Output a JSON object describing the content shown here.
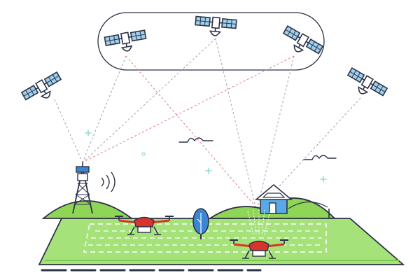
{
  "colors": {
    "outline": "#2d3347",
    "panel_blue": "#9fd0ee",
    "field_green": "#a6e27a",
    "field_dark": "#7dc94f",
    "hill_green": "#8fd657",
    "beam_grey": "#9aa3b2",
    "beam_red": "#e07a86",
    "drone_red": "#d9342b",
    "tree_blue": "#3a86d4",
    "house_blue": "#5aa8e6",
    "sparkle": "#7fd3c6"
  },
  "icons": {
    "satellite": "satellite-icon",
    "base_station": "rtk-base-station-icon",
    "drone": "agricultural-drone-icon",
    "tree": "tree-icon",
    "house": "farmhouse-icon",
    "bird": "bird-icon"
  },
  "satellites": [
    {
      "id": "sat-1",
      "in_group": true
    },
    {
      "id": "sat-2",
      "in_group": true
    },
    {
      "id": "sat-3",
      "in_group": true
    },
    {
      "id": "sat-4",
      "in_group": false
    },
    {
      "id": "sat-5",
      "in_group": false
    }
  ],
  "drones": [
    {
      "id": "drone-1",
      "spraying": false
    },
    {
      "id": "drone-2",
      "spraying": true
    }
  ]
}
